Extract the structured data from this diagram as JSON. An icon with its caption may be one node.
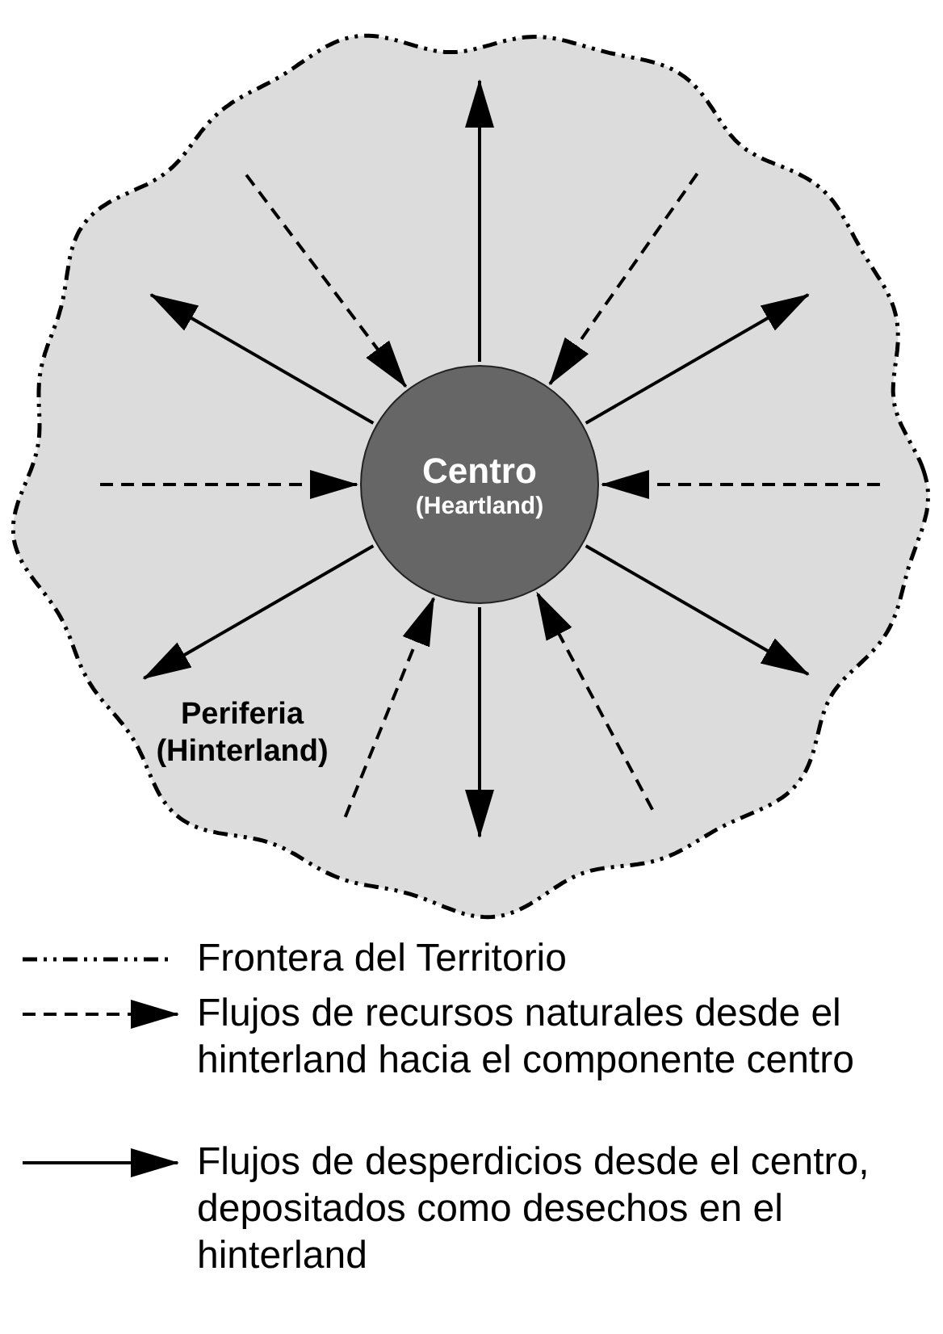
{
  "diagram": {
    "nodes": [
      {
        "text": [
          "Periferia (Hinterland)"
        ]
      },
      {
        "text": [
          "Centro",
          "(Heartland)"
        ],
        "in": 0
      }
    ],
    "edges": [
      {
        "from": 0,
        "to": 1,
        "arrow": "to",
        "style": "dashed"
      },
      {
        "from": 1,
        "to": 0,
        "arrow": "to"
      },
      {
        "from": 0,
        "to": 1,
        "arrow": "to",
        "style": "dashed"
      },
      {
        "from": 1,
        "to": 0,
        "arrow": "to"
      },
      {
        "from": 1,
        "to": 0,
        "arrow": "to"
      },
      {
        "from": 0,
        "to": 1,
        "arrow": "to",
        "style": "dashed"
      },
      {
        "from": 0,
        "to": 1,
        "arrow": "to",
        "style": "dashed"
      },
      {
        "from": 1,
        "to": 0,
        "arrow": "to"
      },
      {
        "from": 1,
        "to": 0,
        "arrow": "to"
      },
      {
        "from": 0,
        "to": 1,
        "arrow": "to",
        "style": "dashed"
      },
      {
        "from": 0,
        "to": 1,
        "arrow": "to",
        "style": "dashed"
      },
      {
        "from": 1,
        "to": 0,
        "arrow": "to"
      }
    ],
    "legend": [
      {
        "text": "Frontera del Territorio"
      },
      {
        "text": "Flujos de recursos naturales desde el hinterland hacia el componente centro"
      },
      {
        "text": "Flujos de desperdicios desde el centro, depositados como desechos en el hinterland"
      }
    ]
  }
}
